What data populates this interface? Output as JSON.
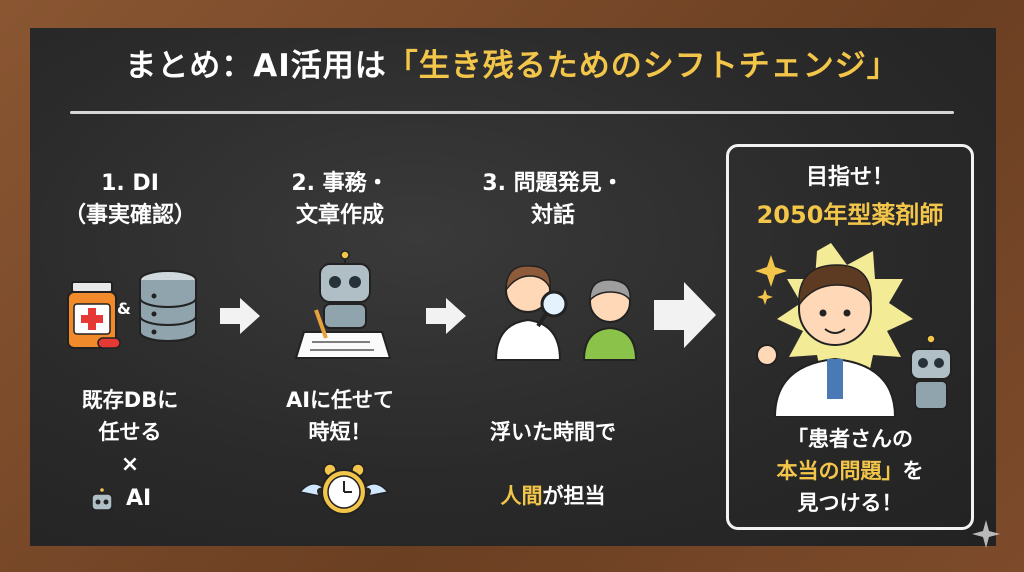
{
  "title": {
    "prefix": "まとめ：AI活用は",
    "highlight": "「生き残るためのシフトチェンジ」"
  },
  "steps": [
    {
      "title": "1. DI\n（事実確認）",
      "text1": "既存DBに\n任せる",
      "times": "×",
      "ai": "AI",
      "amp": "&"
    },
    {
      "title": "2. 事務・\n文章作成",
      "text": "AIに任せて\n時短！"
    },
    {
      "title": "3. 問題発見・\n対話",
      "text1": "浮いた時間で",
      "accent": "人間",
      "text2": "が担当"
    }
  ],
  "goal": {
    "line1": "目指せ！",
    "line2": "2050年型薬剤師",
    "quote_open": "「患者さんの",
    "quote_accent": "本当の問題」",
    "quote_tail": "を",
    "quote_end": "見つける！"
  },
  "colors": {
    "accent": "#f3c64a",
    "board": "#2a2a2a",
    "frame": "#7a4a2a"
  },
  "icons": [
    "medicine-bottle-icon",
    "database-icon",
    "robot-writing-icon",
    "alarm-clock-icon",
    "pharmacist-with-magnifier-icon",
    "elderly-patient-icon",
    "pharmacist-hero-icon",
    "robot-icon",
    "arrow-right-icon",
    "sparkle-icon"
  ]
}
